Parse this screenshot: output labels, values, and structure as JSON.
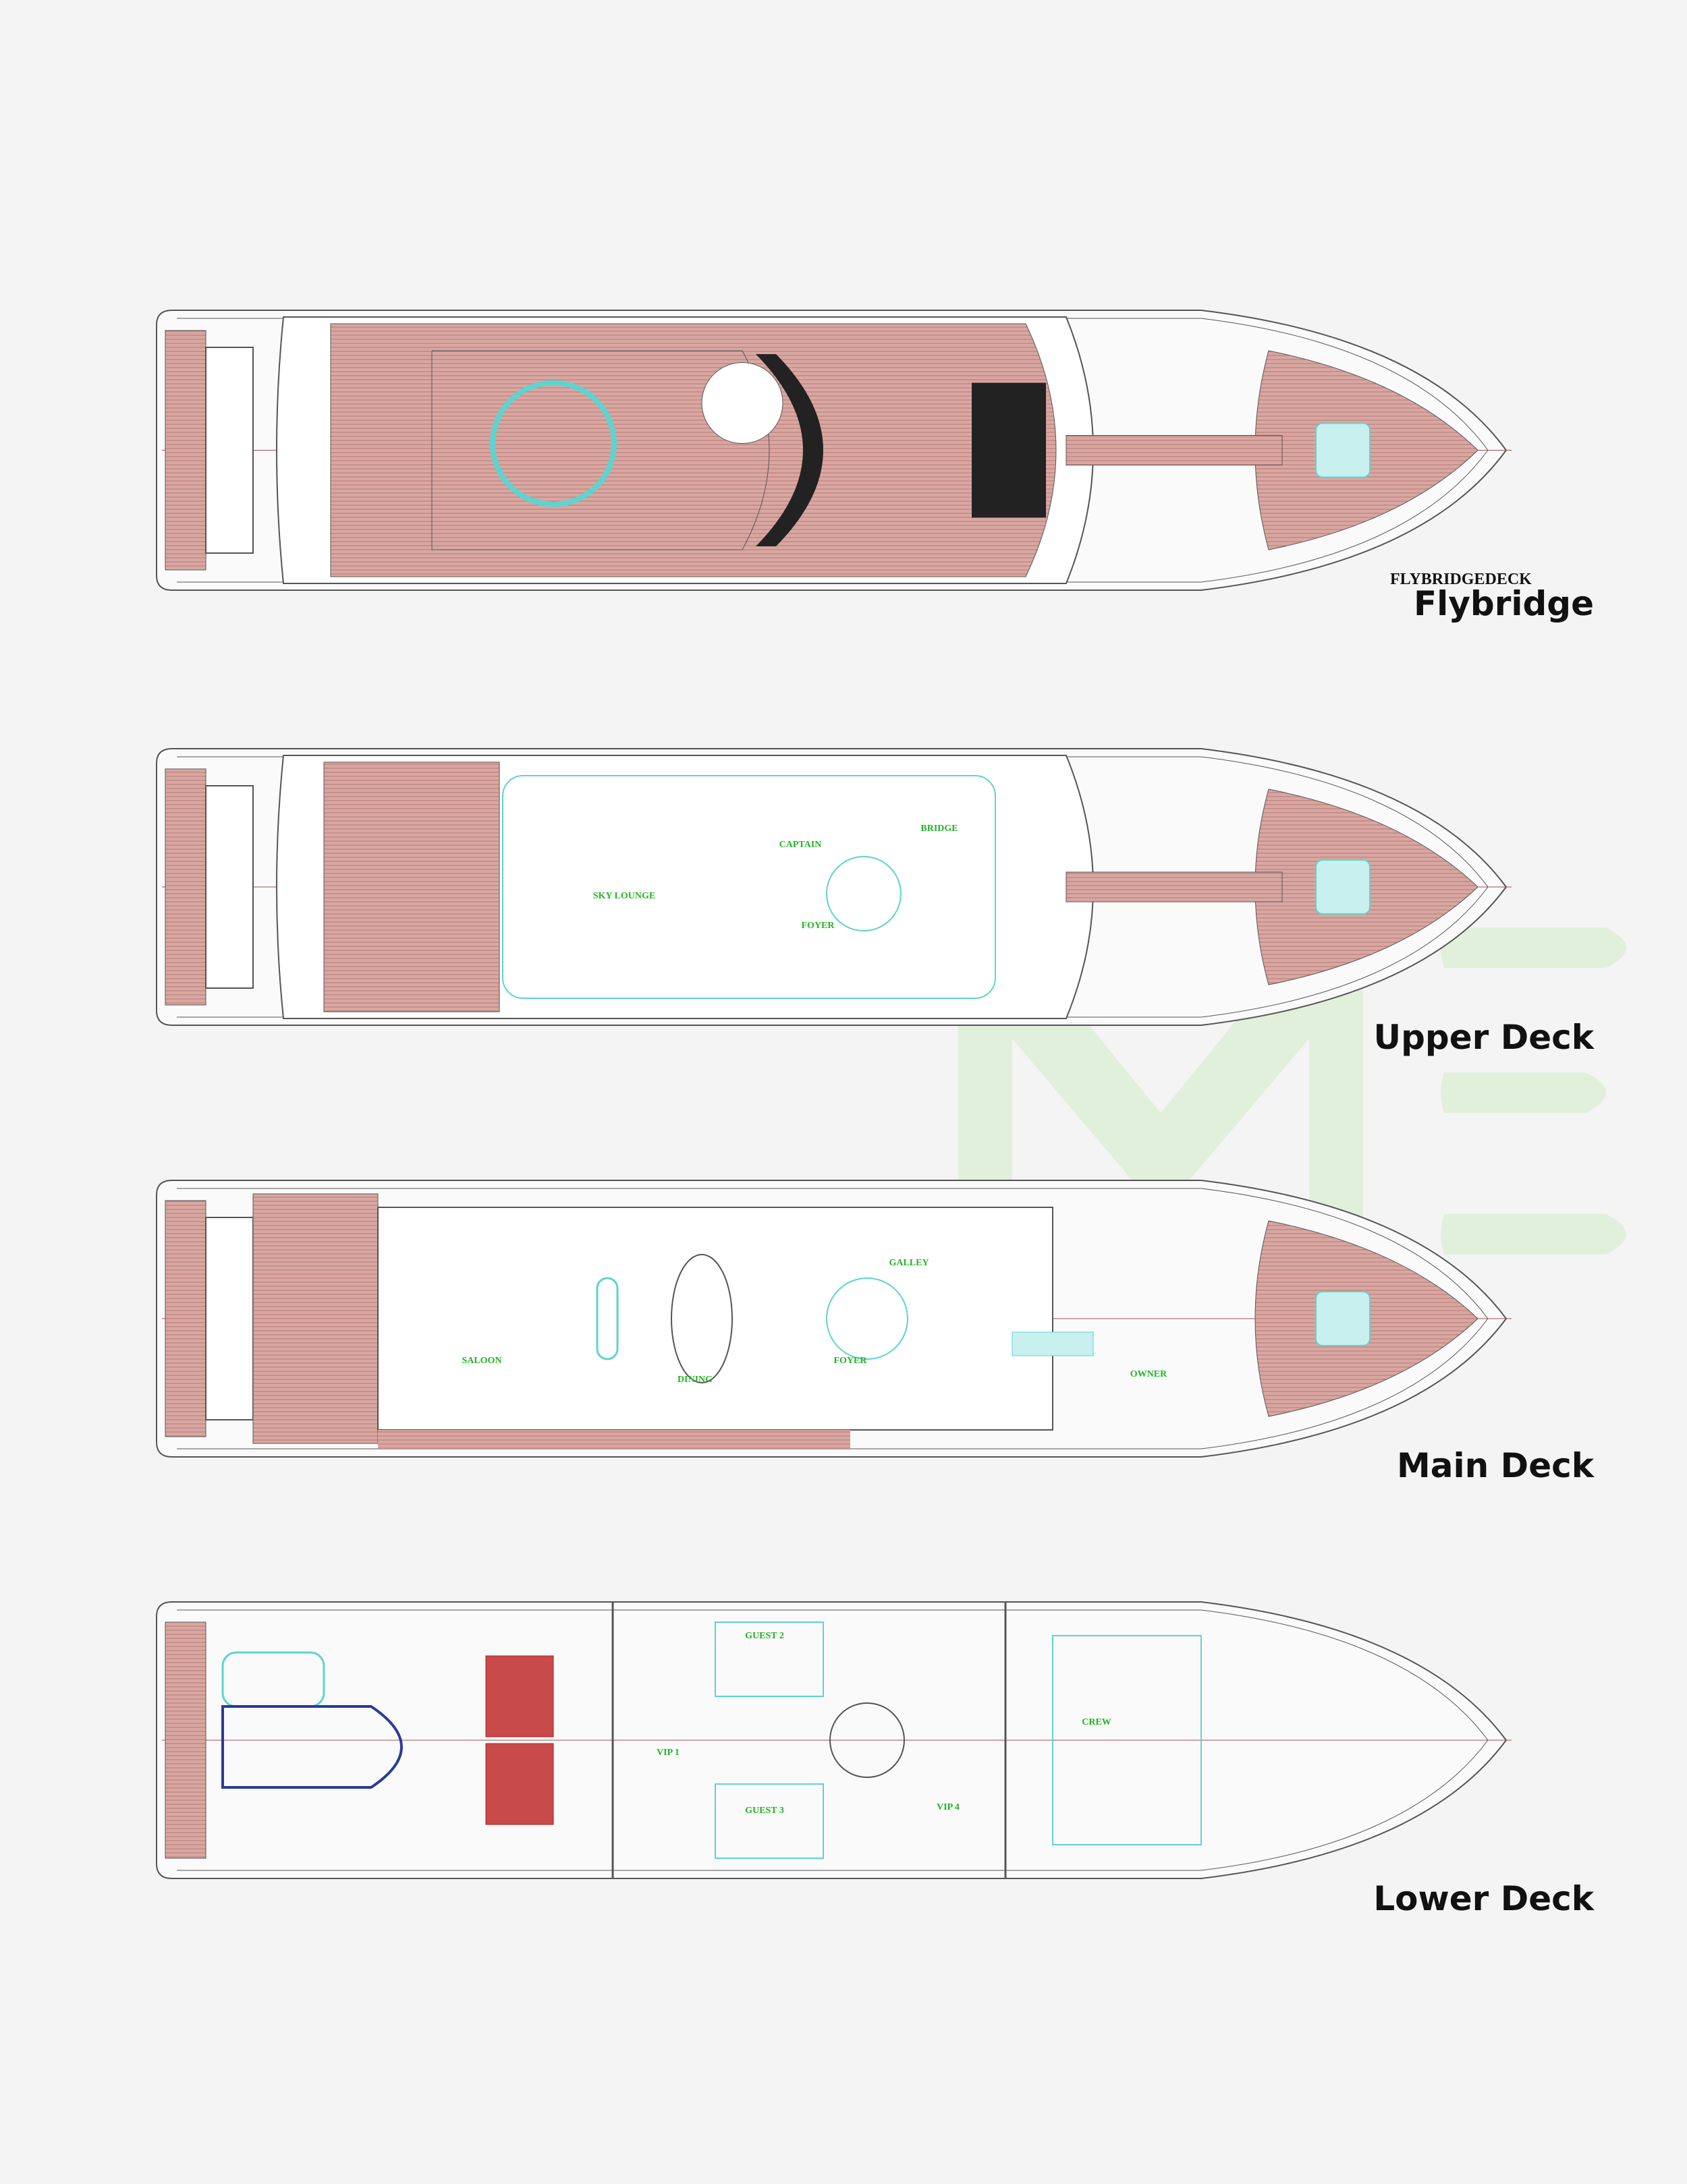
{
  "colors": {
    "teak": "#d8a7a2",
    "teak_line": "#b97a74",
    "outline": "#555555",
    "interior": "#5fd3cf",
    "room_label": "#22b522",
    "machinery": "#b02020",
    "watermark": "#dff0d8"
  },
  "decks": [
    {
      "caption": "Flybridge",
      "drawing_title": "FLYBRIDGEDECK",
      "rooms": []
    },
    {
      "caption": "Upper Deck",
      "rooms": [
        "SKY LOUNGE",
        "CAPTAIN",
        "BRIDGE",
        "FOYER"
      ]
    },
    {
      "caption": "Main Deck",
      "rooms": [
        "SALOON",
        "DINING",
        "FOYER",
        "GALLEY",
        "OWNER"
      ]
    },
    {
      "caption": "Lower Deck",
      "rooms": [
        "GUEST 2",
        "VIP 1",
        "GUEST 3",
        "VIP 4",
        "CREW"
      ]
    }
  ]
}
